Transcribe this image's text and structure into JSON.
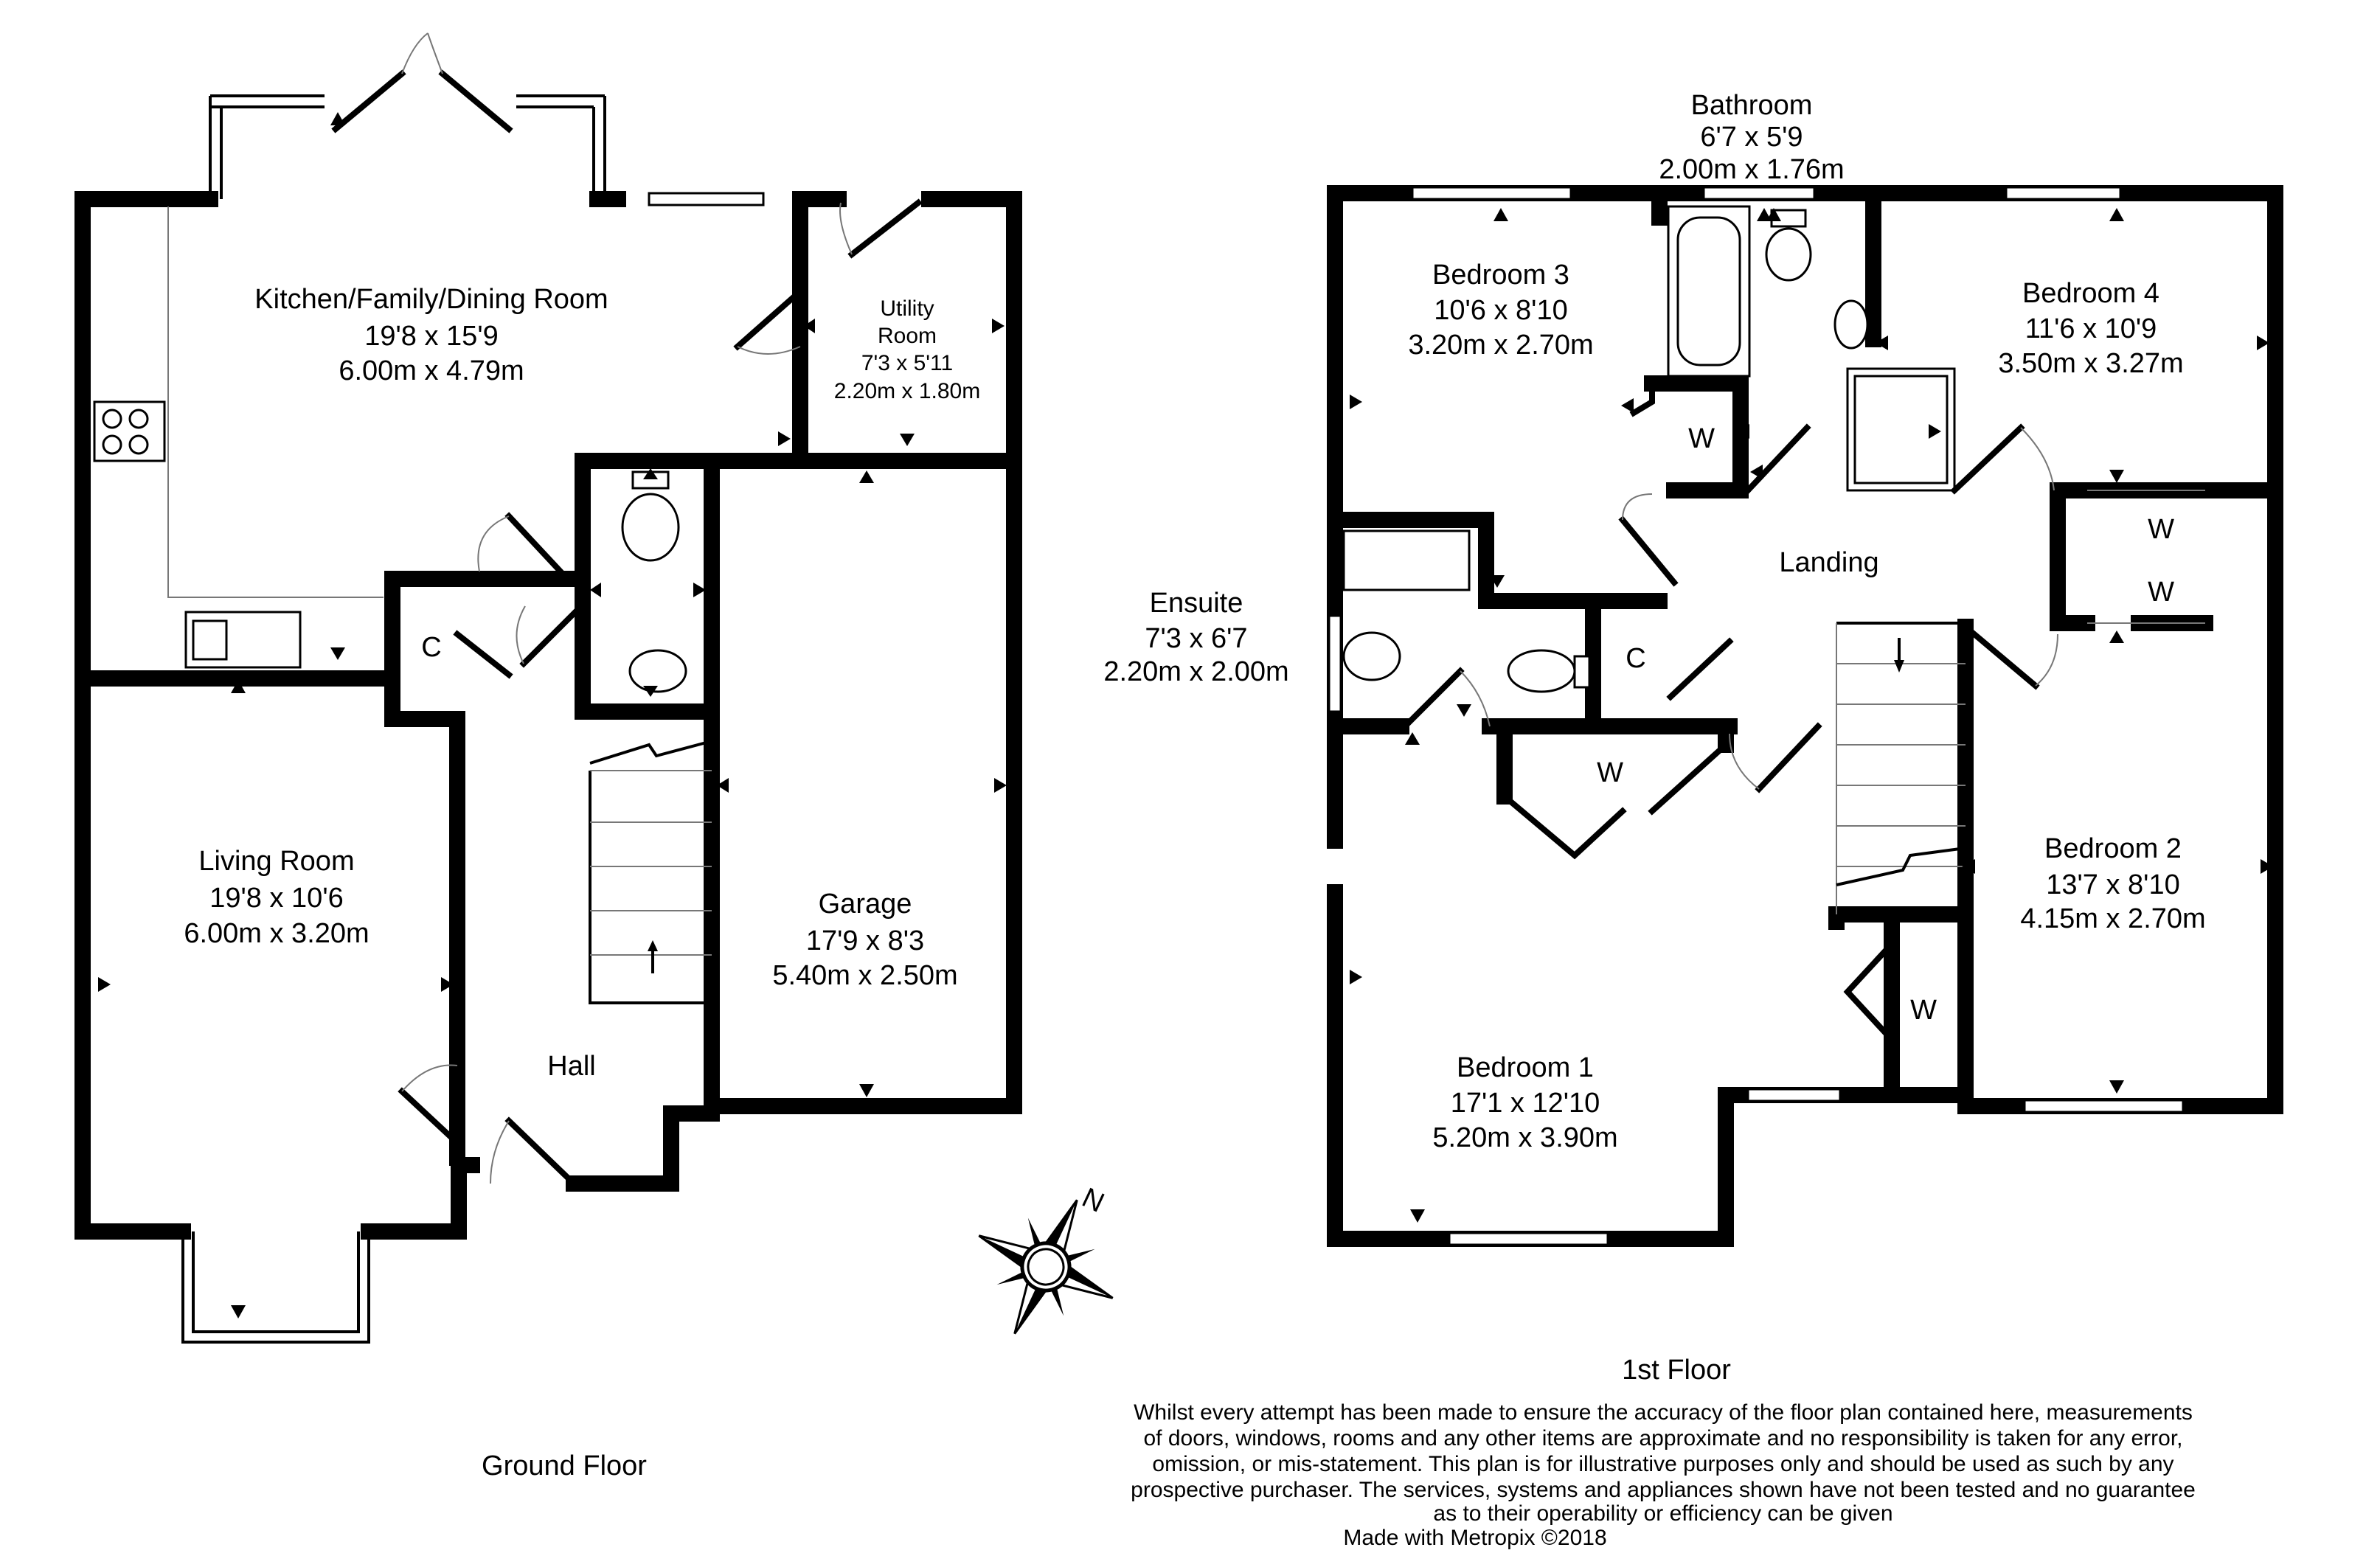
{
  "ground_floor": {
    "title": "Ground Floor",
    "kitchen": {
      "name": "Kitchen/Family/Dining Room",
      "imperial": "19'8 x 15'9",
      "metric": "6.00m x 4.79m"
    },
    "utility": {
      "name1": "Utility",
      "name2": "Room",
      "imperial": "7'3 x 5'11",
      "metric": "2.20m x 1.80m"
    },
    "living": {
      "name": "Living Room",
      "imperial": "19'8 x 10'6",
      "metric": "6.00m x 3.20m"
    },
    "garage": {
      "name": "Garage",
      "imperial": "17'9 x 8'3",
      "metric": "5.40m x 2.50m"
    },
    "hall": {
      "name": "Hall"
    },
    "cupboard": {
      "name": "C"
    }
  },
  "first_floor": {
    "title": "1st Floor",
    "bathroom": {
      "name": "Bathroom",
      "imperial": "6'7 x 5'9",
      "metric": "2.00m x 1.76m"
    },
    "bedroom3": {
      "name": "Bedroom 3",
      "imperial": "10'6 x 8'10",
      "metric": "3.20m x 2.70m"
    },
    "bedroom4": {
      "name": "Bedroom 4",
      "imperial": "11'6 x 10'9",
      "metric": "3.50m x 3.27m"
    },
    "ensuite": {
      "name": "Ensuite",
      "imperial": "7'3 x 6'7",
      "metric": "2.20m x 2.00m"
    },
    "landing": {
      "name": "Landing"
    },
    "bedroom2": {
      "name": "Bedroom 2",
      "imperial": "13'7 x 8'10",
      "metric": "4.15m x 2.70m"
    },
    "bedroom1": {
      "name": "Bedroom 1",
      "imperial": "17'1 x 12'10",
      "metric": "5.20m x 3.90m"
    },
    "wardrobe": "W",
    "cupboard": "C"
  },
  "compass": {
    "north": "N"
  },
  "disclaimer": {
    "lines": [
      "Whilst every attempt has been made to ensure the accuracy of the floor plan contained here, measurements",
      "of doors, windows, rooms and any other items are approximate and no responsibility is taken for any error,",
      "omission, or mis-statement. This plan is for illustrative purposes only and should be used as such by any",
      "prospective purchaser. The services, systems and appliances shown have not been tested and no guarantee",
      "as to their operability or efficiency can be given"
    ],
    "credit": "Made with Metropix ©2018"
  }
}
